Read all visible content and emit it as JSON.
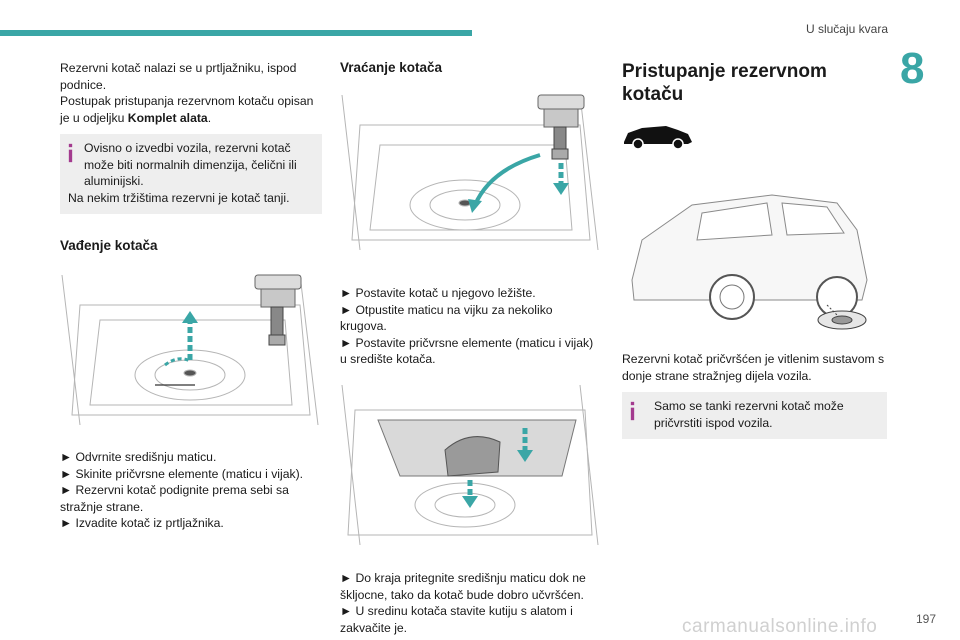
{
  "header": {
    "section_title": "U slučaju kvara",
    "chapter_number": "8"
  },
  "footer": {
    "page_number": "197",
    "watermark": "carmanualsonline.info"
  },
  "col1": {
    "intro_line1": "Rezervni kotač nalazi se u prtljažniku, ispod podnice.",
    "intro_line2_prefix": "Postupak pristupanja rezervnom kotaču opisan je u odjeljku ",
    "intro_line2_bold": "Komplet alata",
    "intro_line2_suffix": ".",
    "note_line1": "Ovisno o izvedbi vozila, rezervni kotač može biti normalnih dimenzija, čelični ili aluminijski.",
    "note_line2": "Na nekim tržištima rezervni je kotač tanji.",
    "heading": "Vađenje kotača",
    "steps": [
      "► Odvrnite središnju maticu.",
      "► Skinite pričvrsne elemente (maticu i vijak).",
      "► Rezervni kotač podignite prema sebi sa stražnje strane.",
      "► Izvadite kotač iz prtljažnika."
    ]
  },
  "col2": {
    "heading": "Vraćanje kotača",
    "steps1": [
      "► Postavite kotač u njegovo ležište.",
      "► Otpustite maticu na vijku za nekoliko krugova.",
      "► Postavite pričvrsne elemente (maticu i vijak) u središte kotača."
    ],
    "steps2": [
      "► Do kraja pritegnite središnju maticu dok ne škljocne, tako da kotač bude dobro učvršćen.",
      "► U sredinu kotača stavite kutiju s alatom i zakvačite je."
    ]
  },
  "col3": {
    "heading": "Pristupanje rezervnom kotaču",
    "body": "Rezervni kotač pričvršćen je vitlenim sustavom s donje strane stražnjeg dijela vozila.",
    "note": "Samo se tanki rezervni kotač može pričvrstiti ispod vozila."
  },
  "colors": {
    "accent": "#3aa6a6",
    "note_bg": "#eeeeee",
    "info_icon": "#a33a8e"
  }
}
